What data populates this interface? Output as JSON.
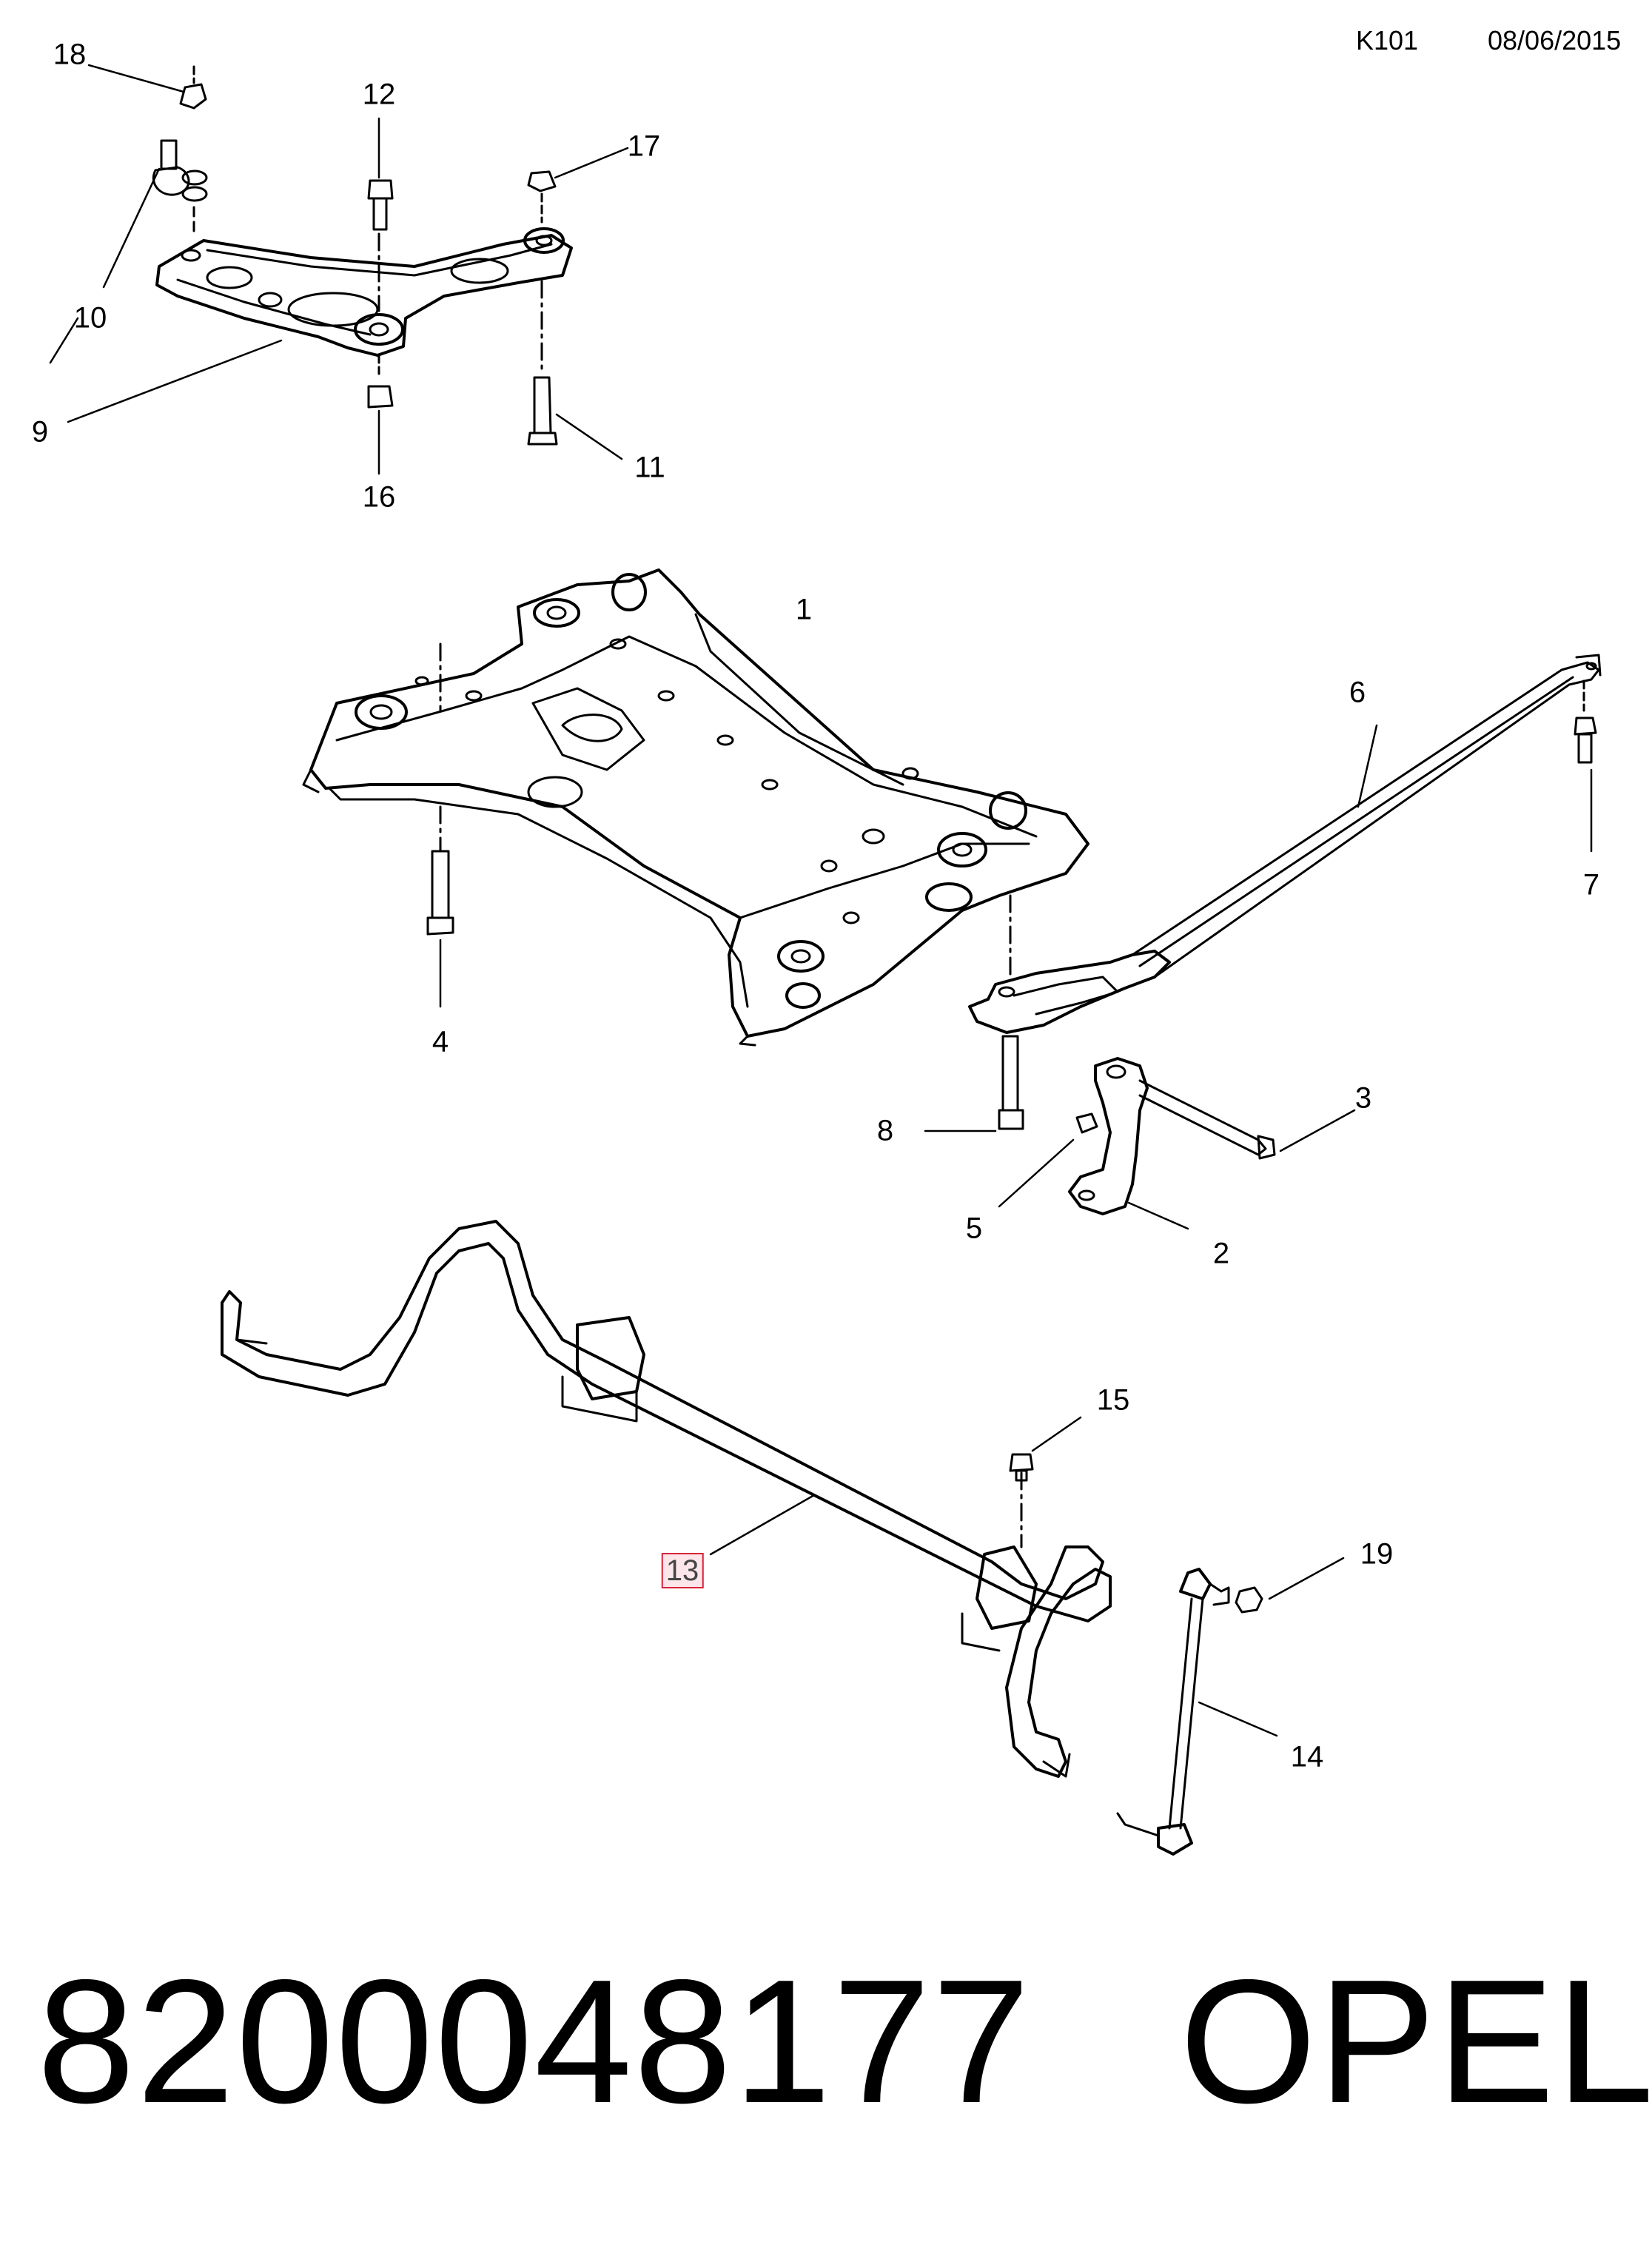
{
  "header": {
    "code": "K101",
    "date": "08/06/2015"
  },
  "callouts": [
    {
      "id": "1",
      "label": "1"
    },
    {
      "id": "2",
      "label": "2"
    },
    {
      "id": "3",
      "label": "3"
    },
    {
      "id": "4",
      "label": "4"
    },
    {
      "id": "5",
      "label": "5"
    },
    {
      "id": "6",
      "label": "6"
    },
    {
      "id": "7",
      "label": "7"
    },
    {
      "id": "8",
      "label": "8"
    },
    {
      "id": "9",
      "label": "9"
    },
    {
      "id": "10",
      "label": "10"
    },
    {
      "id": "11",
      "label": "11"
    },
    {
      "id": "12",
      "label": "12"
    },
    {
      "id": "13",
      "label": "13",
      "highlighted": true
    },
    {
      "id": "14",
      "label": "14"
    },
    {
      "id": "15",
      "label": "15"
    },
    {
      "id": "16",
      "label": "16"
    },
    {
      "id": "17",
      "label": "17"
    },
    {
      "id": "18",
      "label": "18"
    },
    {
      "id": "19",
      "label": "19"
    }
  ],
  "footer": {
    "part_number": "8200048177",
    "brand": "OPEL"
  },
  "colors": {
    "line": "#000000",
    "highlight_border": "#d9233a",
    "highlight_fill": "#fde6ea"
  }
}
